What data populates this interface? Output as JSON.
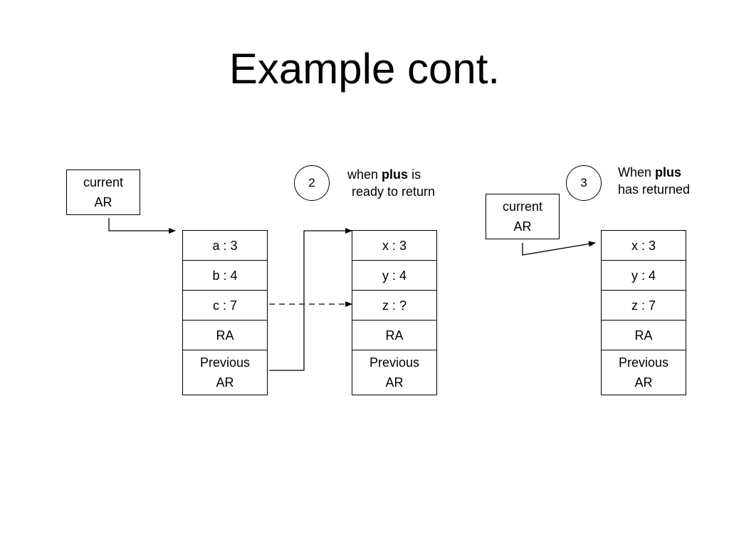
{
  "slide": {
    "title": "Example cont."
  },
  "current_ar_left": {
    "line1": "current",
    "line2": "AR"
  },
  "current_ar_right": {
    "line1": "current",
    "line2": "AR"
  },
  "stack_main": {
    "cells": [
      "a : 3",
      "b : 4",
      "c : 7",
      "RA"
    ],
    "last": {
      "line1": "Previous",
      "line2": "AR"
    }
  },
  "stack_plus_ready": {
    "cells": [
      "x : 3",
      "y : 4",
      "z : ?",
      "RA"
    ],
    "last": {
      "line1": "Previous",
      "line2": "AR"
    }
  },
  "stack_plus_returned": {
    "cells": [
      "x : 3",
      "y : 4",
      "z : 7",
      "RA"
    ],
    "last": {
      "line1": "Previous",
      "line2": "AR"
    }
  },
  "step2": {
    "number": "2",
    "note": {
      "pre": "when ",
      "bold": "plus",
      "post": " is",
      "line2": "ready to return"
    }
  },
  "step3": {
    "number": "3",
    "note": {
      "pre": "When ",
      "bold": "plus",
      "line2": "has returned"
    }
  }
}
